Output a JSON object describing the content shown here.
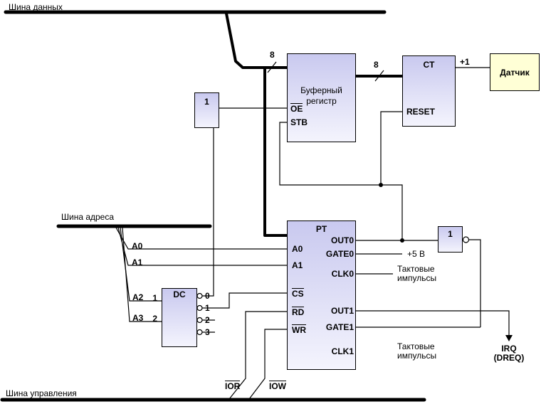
{
  "buses": {
    "data": "Шина данных",
    "address": "Шина адреса",
    "control": "Шина управления"
  },
  "bus_width": "8",
  "blocks": {
    "buffer_register": {
      "title": "Буферный регистр",
      "pin_oe": "OE",
      "pin_stb": "STB"
    },
    "counter": {
      "title": "CT",
      "pin_reset": "RESET",
      "pin_inc": "+1"
    },
    "sensor": {
      "title": "Датчик"
    },
    "timer": {
      "title": "PT",
      "pin_a0": "A0",
      "pin_a1": "A1",
      "pin_cs": "CS",
      "pin_rd": "RD",
      "pin_wr": "WR",
      "pin_out0": "OUT0",
      "pin_gate0": "GATE0",
      "pin_clk0": "CLK0",
      "pin_out1": "OUT1",
      "pin_gate1": "GATE1",
      "pin_clk1": "CLK1"
    },
    "decoder": {
      "title": "DC",
      "in_labels": [
        "1",
        "2"
      ],
      "out_labels": [
        "0",
        "1",
        "2",
        "3"
      ]
    },
    "inverter_top": {
      "label": "1"
    },
    "inverter_right": {
      "label": "1"
    }
  },
  "signals": {
    "a0": "A0",
    "a1": "A1",
    "a2": "A2",
    "a3": "A3",
    "ior": "IOR",
    "iow": "IOW",
    "plus5": "+5 В",
    "clock_pulses": "Тактовые импульсы",
    "irq": "IRQ",
    "dreq": "(DREQ)"
  },
  "colors": {
    "block_gradient_top": "#c9c9ef",
    "block_gradient_bottom": "#f4f4fd",
    "sensor_fill": "#ffffd6",
    "line": "#000000"
  }
}
